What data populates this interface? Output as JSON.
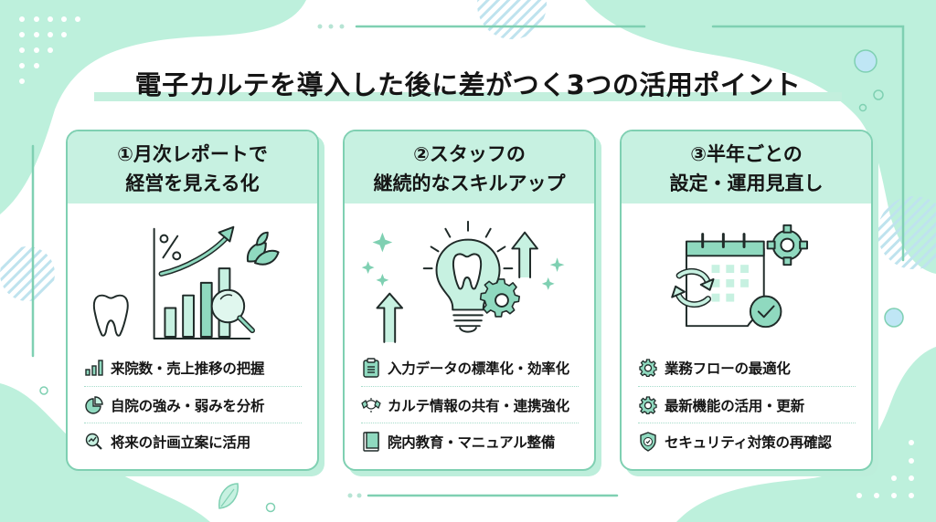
{
  "title": "電子カルテを導入した後に差がつく3つの活用ポイント",
  "colors": {
    "mint": "#bdf0dc",
    "mint_header": "#c7f1e1",
    "accent_border": "#7fd0b2",
    "icon_fill": "#8fd9bf",
    "stroke": "#1f2a28",
    "bubble": "#bfe6f5",
    "text": "#151515"
  },
  "cards": [
    {
      "title_line1": "①月次レポートで",
      "title_line2": "経営を見える化",
      "illustration": "growth-chart-with-tooth-and-magnifier",
      "items": [
        {
          "icon": "bar-chart-icon",
          "label": "来院数・売上推移の把握"
        },
        {
          "icon": "pie-chart-icon",
          "label": "自院の強み・弱みを分析"
        },
        {
          "icon": "trend-magnifier-icon",
          "label": "将来の計画立案に活用"
        }
      ]
    },
    {
      "title_line1": "②スタッフの",
      "title_line2": "継続的なスキルアップ",
      "illustration": "lightbulb-tooth-with-gear-and-arrows",
      "items": [
        {
          "icon": "clipboard-icon",
          "label": "入力データの標準化・効率化"
        },
        {
          "icon": "handshake-icon",
          "label": "カルテ情報の共有・連携強化"
        },
        {
          "icon": "book-icon",
          "label": "院内教育・マニュアル整備"
        }
      ]
    },
    {
      "title_line1": "③半年ごとの",
      "title_line2": "設定・運用見直し",
      "illustration": "calendar-refresh-gear-check",
      "items": [
        {
          "icon": "gear-icon",
          "label": "業務フローの最適化"
        },
        {
          "icon": "gear-icon",
          "label": "最新機能の活用・更新"
        },
        {
          "icon": "shield-check-icon",
          "label": "セキュリティ対策の再確認"
        }
      ]
    }
  ]
}
